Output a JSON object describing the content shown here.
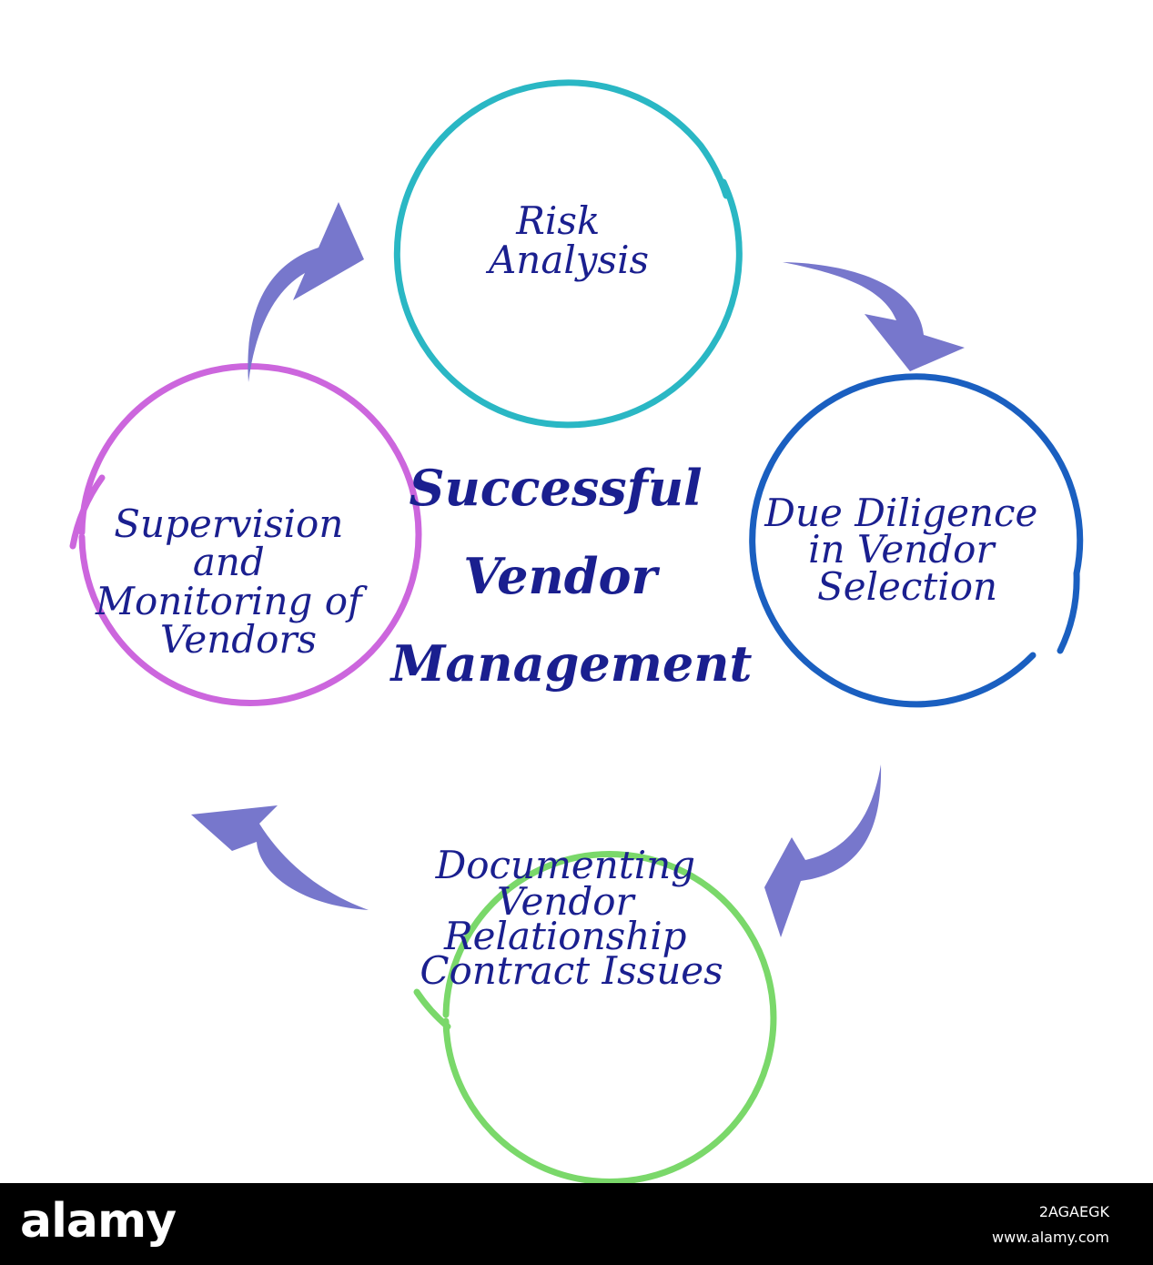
{
  "center_title": {
    "line1": "Successful",
    "line2": "Vendor",
    "line3": "Management"
  },
  "nodes": [
    {
      "id": "risk-analysis",
      "color": "#2ab7c4",
      "lines": [
        "Risk",
        "Analysis"
      ]
    },
    {
      "id": "due-diligence",
      "color": "#1a5fc0",
      "lines": [
        "Due Diligence",
        "in Vendor",
        "Selection"
      ]
    },
    {
      "id": "documenting",
      "color": "#7ad86a",
      "lines": [
        "Documenting",
        "Vendor",
        "Relationship",
        "Contract Issues"
      ]
    },
    {
      "id": "supervision",
      "color": "#cc66dd",
      "lines": [
        "Supervision",
        "and",
        "Monitoring of",
        "Vendors"
      ]
    }
  ],
  "arrow_color": "#7777cc",
  "text_color": "#1a1f8f",
  "footer": {
    "logo": "alamy",
    "image_id": "2AGAEGK",
    "url": "www.alamy.com"
  }
}
